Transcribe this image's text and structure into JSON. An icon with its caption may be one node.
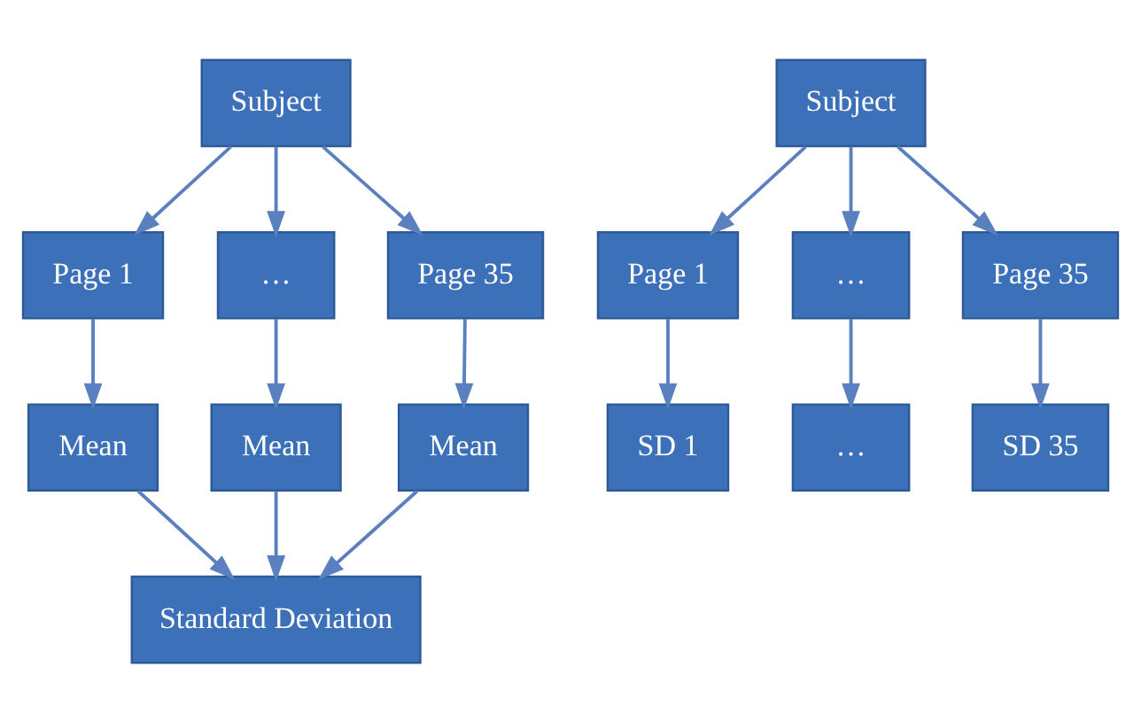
{
  "diagram": {
    "nodes": [
      {
        "text": [
          "Subject"
        ]
      },
      {
        "text": [
          "Page 1"
        ]
      },
      {
        "text": [
          "…"
        ]
      },
      {
        "text": [
          "Page 35"
        ]
      },
      {
        "text": [
          "Mean"
        ]
      },
      {
        "text": [
          "Mean"
        ]
      },
      {
        "text": [
          "Mean"
        ]
      },
      {
        "text": [
          "Standard Deviation"
        ]
      },
      {
        "text": [
          "Subject"
        ]
      },
      {
        "text": [
          "Page 1"
        ]
      },
      {
        "text": [
          "…"
        ]
      },
      {
        "text": [
          "Page 35"
        ]
      },
      {
        "text": [
          "SD 1"
        ]
      },
      {
        "text": [
          "…"
        ]
      },
      {
        "text": [
          "SD 35"
        ]
      }
    ],
    "edges": [
      {
        "from": 0,
        "to": 1,
        "arrow": "to"
      },
      {
        "from": 0,
        "to": 2,
        "arrow": "to"
      },
      {
        "from": 0,
        "to": 3,
        "arrow": "to"
      },
      {
        "from": 1,
        "to": 4,
        "arrow": "to"
      },
      {
        "from": 2,
        "to": 5,
        "arrow": "to"
      },
      {
        "from": 3,
        "to": 6,
        "arrow": "to"
      },
      {
        "from": 4,
        "to": 7,
        "arrow": "to"
      },
      {
        "from": 5,
        "to": 7,
        "arrow": "to"
      },
      {
        "from": 6,
        "to": 7,
        "arrow": "to"
      },
      {
        "from": 8,
        "to": 9,
        "arrow": "to"
      },
      {
        "from": 8,
        "to": 10,
        "arrow": "to"
      },
      {
        "from": 8,
        "to": 11,
        "arrow": "to"
      },
      {
        "from": 9,
        "to": 12,
        "arrow": "to"
      },
      {
        "from": 10,
        "to": 13,
        "arrow": "to"
      },
      {
        "from": 11,
        "to": 14,
        "arrow": "to"
      }
    ]
  }
}
